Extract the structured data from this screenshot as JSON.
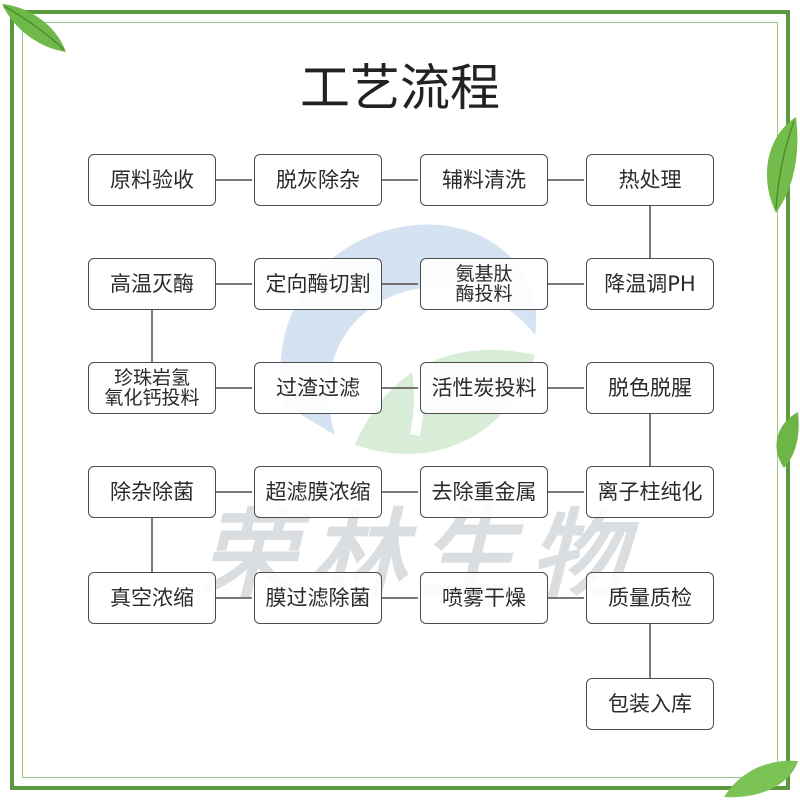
{
  "title": "工艺流程",
  "watermark_text": "荣林生物",
  "colors": {
    "frame": "#5a9a3c",
    "frame_inner": "#9ec88a",
    "box_border": "#4d4d4d",
    "connector": "#4d4d4d",
    "watermark": "#b9bec4"
  },
  "steps": [
    {
      "label": "原料验收"
    },
    {
      "label": "脱灰除杂"
    },
    {
      "label": "辅料清洗"
    },
    {
      "label": "热处理"
    },
    {
      "label": "降温调PH"
    },
    {
      "label": "氨基肽\n酶投料"
    },
    {
      "label": "定向酶切割"
    },
    {
      "label": "高温灭酶"
    },
    {
      "label": "珍珠岩氢\n氧化钙投料"
    },
    {
      "label": "过渣过滤"
    },
    {
      "label": "活性炭投料"
    },
    {
      "label": "脱色脱腥"
    },
    {
      "label": "离子柱纯化"
    },
    {
      "label": "去除重金属"
    },
    {
      "label": "超滤膜浓缩"
    },
    {
      "label": "除杂除菌"
    },
    {
      "label": "真空浓缩"
    },
    {
      "label": "膜过滤除菌"
    },
    {
      "label": "喷雾干燥"
    },
    {
      "label": "质量质检"
    },
    {
      "label": "包装入库"
    }
  ]
}
